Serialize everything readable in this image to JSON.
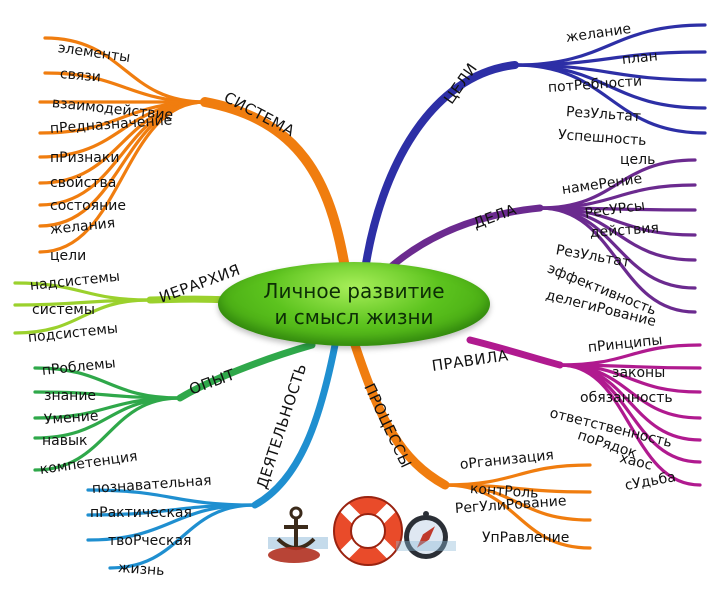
{
  "center": {
    "line1": "Личное развитие",
    "line2": "и    смысл   жизни",
    "color": "#5cc31e"
  },
  "branches": [
    {
      "id": "system",
      "title": "СИСТЕМА",
      "color": "#f07d0f",
      "items": [
        "элементы",
        "связи",
        "взаимодействие",
        "пРедназначение",
        "пРизнаки",
        "свойства",
        "состояние",
        "желания",
        "цели"
      ]
    },
    {
      "id": "goals",
      "title": "ЦЕЛИ",
      "color": "#2d2fa6",
      "items": [
        "желание",
        "план",
        "потРебности",
        "РезУльтат",
        "Успешность"
      ]
    },
    {
      "id": "deeds",
      "title": "ДЕЛА",
      "color": "#6b2a8f",
      "items": [
        "цель",
        "намеРение",
        "РесУРсы",
        "действия",
        "РезУльтат",
        "эффективность",
        "делегиРование"
      ]
    },
    {
      "id": "hierarchy",
      "title": "ИЕРАРХИЯ",
      "color": "#9bd12d",
      "items": [
        "надсистемы",
        "системы",
        "подсистемы"
      ]
    },
    {
      "id": "rules",
      "title": "ПРАВИЛА",
      "color": "#b01a8f",
      "items": [
        "пРинципы",
        "законы",
        "обязанность",
        "ответственность",
        "поРядок",
        "хаос",
        "сУдьба"
      ]
    },
    {
      "id": "experience",
      "title": "ОПЫТ",
      "color": "#2fa84a",
      "items": [
        "пРоблемы",
        "знание",
        "Умение",
        "навык",
        "компетенция"
      ]
    },
    {
      "id": "activity",
      "title": "ДЕЯТЕЛЬНОСТЬ",
      "color": "#1f8fd0",
      "items": [
        "познавательная",
        "пРактическая",
        "твоРческая",
        "жизнь"
      ]
    },
    {
      "id": "processes",
      "title": "ПРОЦЕССЫ",
      "color": "#f07d0f",
      "items": [
        "оРганизация",
        "контРоль",
        "РегУлиРование",
        "УпРавление"
      ]
    }
  ],
  "watermark": {
    "icons": [
      "anchor-icon",
      "lifebuoy-icon",
      "compass-icon"
    ]
  }
}
